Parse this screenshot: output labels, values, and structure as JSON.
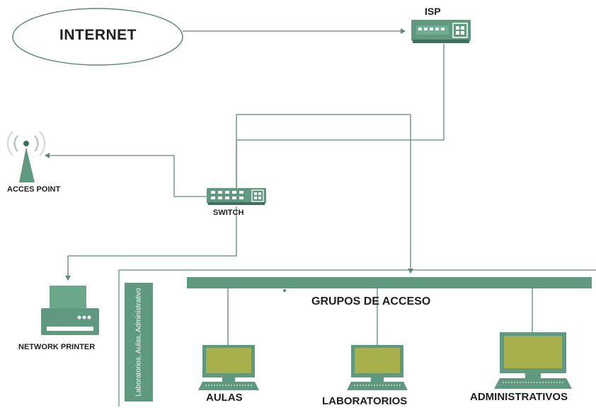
{
  "nodes": {
    "internet": "INTERNET",
    "isp": "ISP",
    "access_point": "ACCES POINT",
    "switch": "SWITCH",
    "network_printer": "NETWORK PRINTER",
    "access_groups": "GRUPOS DE ACCESO"
  },
  "groups_side_label": "Laboratorios, Aulas, Administrativo",
  "groups": [
    {
      "label": "AULAS"
    },
    {
      "label": "LABORATORIOS"
    },
    {
      "label": "ADMINISTRATIVOS"
    }
  ],
  "colors": {
    "device_fill": "#6aa889",
    "device_dark": "#4f8a6f",
    "screen_fill": "#a8b04c",
    "line": "#5a8a76"
  }
}
